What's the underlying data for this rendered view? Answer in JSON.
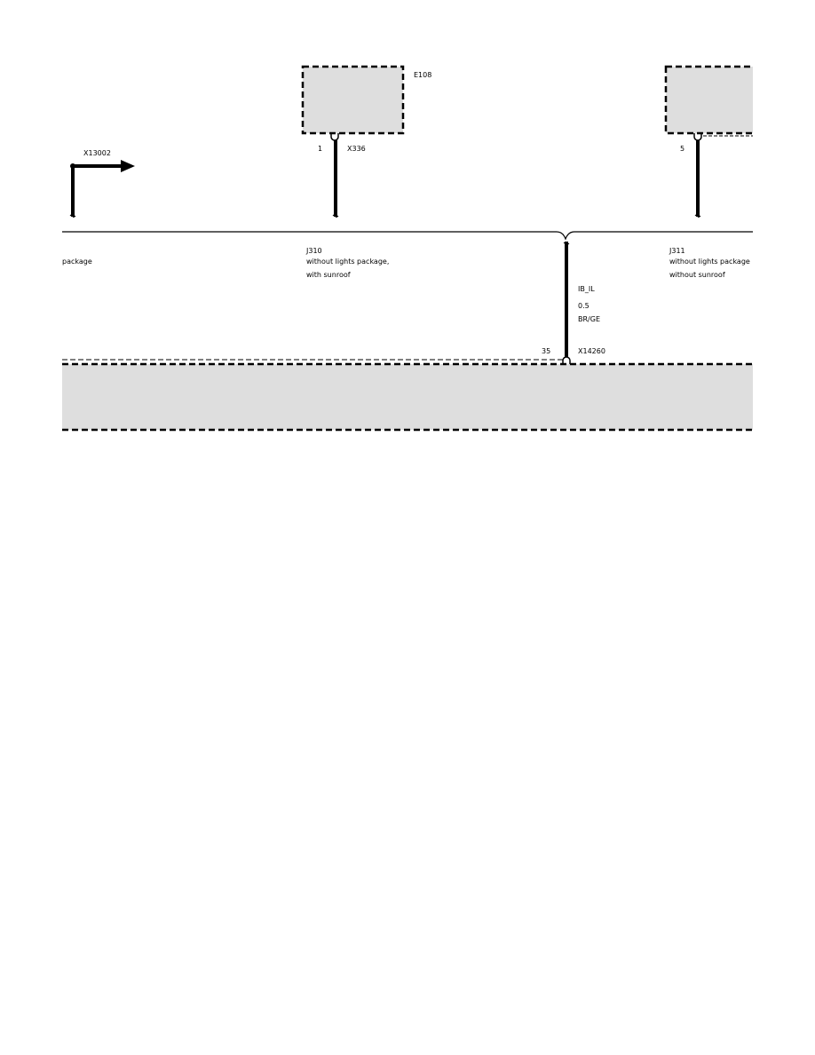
{
  "labels": {
    "e108": "E108",
    "x13002": "X13002",
    "pin_1": "1",
    "x336": "X336",
    "pin_5": "5",
    "left_package": "package",
    "j310": "J310",
    "j310_line1": "without lights package,",
    "j310_line2": "with sunroof",
    "j311": "J311",
    "j311_line1": "without lights package",
    "j311_line2": "without sunroof",
    "wire_name": "IB_IL",
    "wire_size": "0.5",
    "wire_color": "BR/GE",
    "pin_35": "35",
    "x14260": "X14260"
  },
  "colors": {
    "component_fill": "#dedede",
    "line": "#000000"
  }
}
